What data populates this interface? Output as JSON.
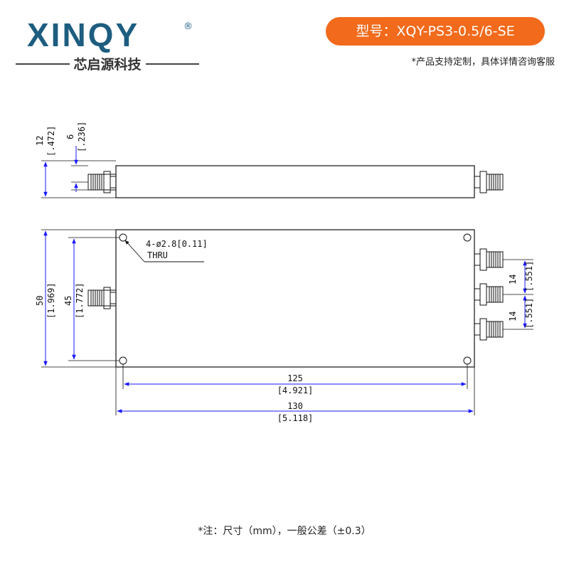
{
  "brand": {
    "logo_text": "XINQY",
    "registered": "®",
    "company_name": "芯启源科技"
  },
  "header": {
    "model_label": "型号：XQY-PS3-0.5/6-SE",
    "custom_note": "*产品支持定制，具体详情咨询客服"
  },
  "drawing": {
    "side_view": {
      "height_dim": "12",
      "height_dim_inch": "[.472]",
      "connector_dim": "6",
      "connector_dim_inch": "[.236]"
    },
    "top_view": {
      "hole_note_line1": "4-ø2.8[0.11]",
      "hole_note_line2": "THRU",
      "height_dim": "50",
      "height_dim_inch": "[1.969]",
      "hole_span_dim": "45",
      "hole_span_dim_inch": "[1.772]",
      "port_pitch_1": "14",
      "port_pitch_1_inch": "[.551]",
      "port_pitch_2": "14",
      "port_pitch_2_inch": "[.551]",
      "hole_width_dim": "125",
      "hole_width_dim_inch": "[4.921]",
      "width_dim": "130",
      "width_dim_inch": "[5.118]"
    },
    "line_color": "#111111",
    "dim_color": "#1a1aff"
  },
  "footer": {
    "note": "*注：尺寸（mm），一般公差（±0.3）"
  }
}
